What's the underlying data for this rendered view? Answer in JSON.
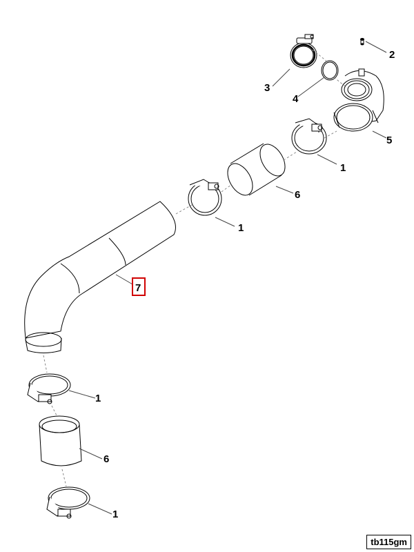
{
  "callouts": {
    "c1a": "1",
    "c1b": "1",
    "c1c": "1",
    "c1d": "1",
    "c2": "2",
    "c3": "3",
    "c4": "4",
    "c5": "5",
    "c6a": "6",
    "c6b": "6",
    "c7": "7"
  },
  "highlight_color": "#d00000",
  "reference_code": "tb115gm"
}
